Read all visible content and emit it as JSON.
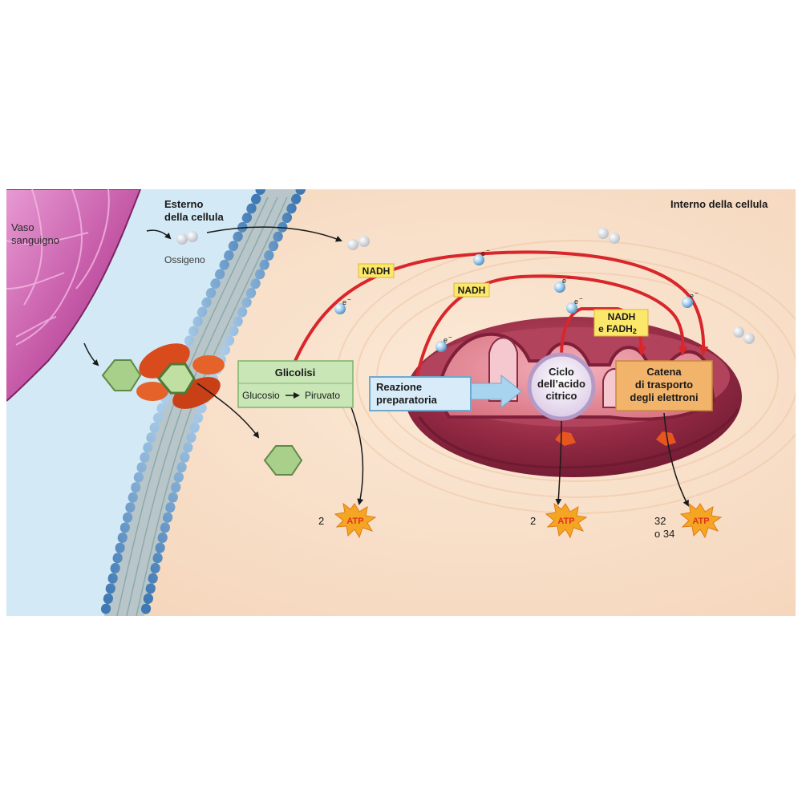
{
  "labels": {
    "vessel": [
      "Vaso",
      "sanguigno"
    ],
    "outside": [
      "Esterno",
      "della cellula"
    ],
    "oxygen": "Ossigeno",
    "inside": "Interno della cellula",
    "nadh_1": "NADH",
    "nadh_2": "NADH",
    "nadh_fadh2": [
      "NADH",
      "e FADH",
      "2"
    ],
    "electron": "e",
    "electron_charge": "−"
  },
  "boxes": {
    "glycolysis": {
      "title": "Glicolisi",
      "from": "Glucosio",
      "to": "Piruvato"
    },
    "prep_reaction": [
      "Reazione",
      "preparatoria"
    ],
    "citric_cycle": [
      "Ciclo",
      "dell’acido",
      "citrico"
    ],
    "etc": [
      "Catena",
      "di trasporto",
      "degli elettroni"
    ]
  },
  "atp": {
    "label": "ATP",
    "glycolysis_count": "2",
    "citric_count": "2",
    "etc_count": [
      "32",
      "o 34"
    ]
  },
  "colors": {
    "cytoplasm": "#f8e0c8",
    "extracellular": "#cfe6f3",
    "vessel": "#c04f9e",
    "mitochondrion": "#8e2440",
    "nadh_arrow": "#d8262b",
    "glycolysis_box": "#c9e6b6",
    "prep_box": "#d7ecf8",
    "etc_box": "#f2b36a",
    "nadh_badge": "#fbe86b",
    "atp_star": "#f4a623",
    "atp_text": "#e0301e"
  }
}
